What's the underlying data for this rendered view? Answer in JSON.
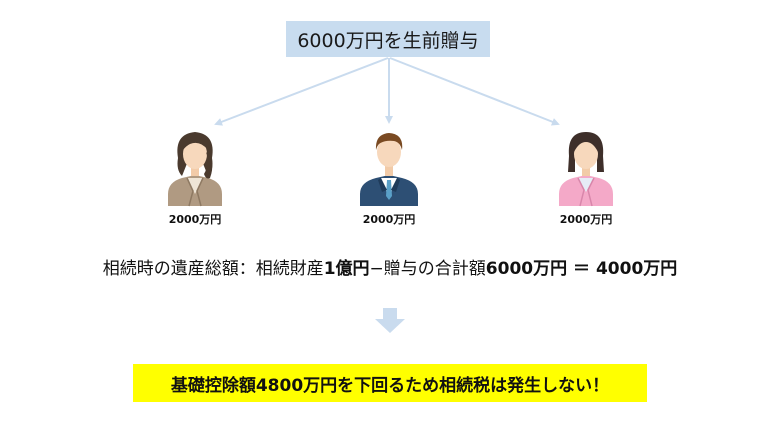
{
  "gift_box": {
    "text": "6000万円を生前贈与"
  },
  "recipients": [
    {
      "amount": "2000万円"
    },
    {
      "amount": "2000万円"
    },
    {
      "amount": "2000万円"
    }
  ],
  "formula": {
    "prefix": "相続時の遺産総額：相続財産",
    "inheritance": "1億円",
    "minus": "−",
    "gift_label": "贈与の合計額",
    "gift_total": "6000万円",
    "equals": " ＝ ",
    "result": "4000万円"
  },
  "result_box": {
    "text": "基礎控除額4800万円を下回るため相続税は発生しない！"
  },
  "colors": {
    "gift_box_bg": "#c8dcef",
    "arrow": "#c9dbee",
    "result_box_bg": "#ffff00"
  },
  "icons": [
    "woman-beige-jacket-icon",
    "man-blue-suit-icon",
    "woman-pink-jacket-icon",
    "down-arrow-icon"
  ]
}
